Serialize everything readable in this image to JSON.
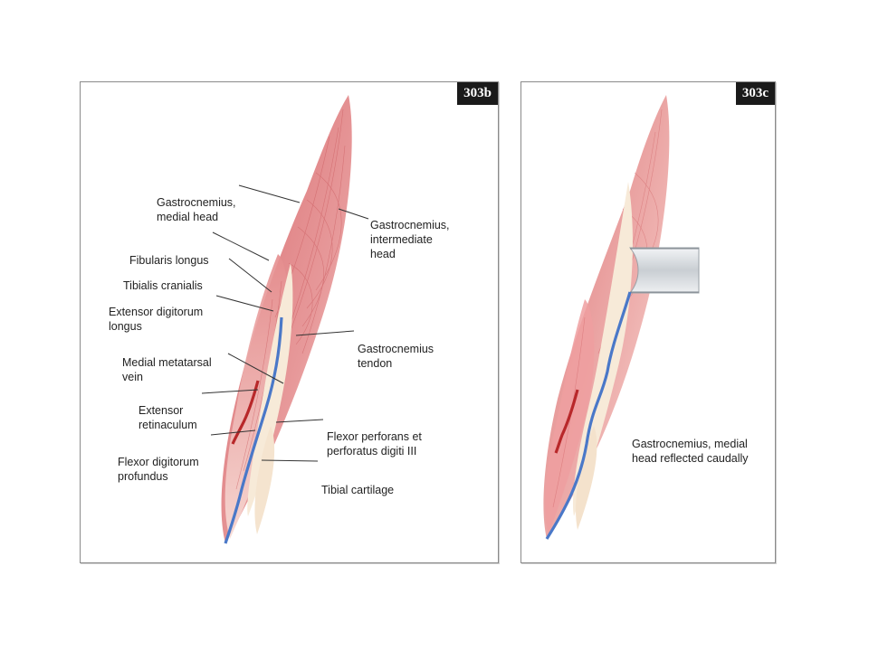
{
  "panels": [
    {
      "id": "303b",
      "labels": [
        {
          "lines": [
            "Gastrocnemius,",
            "medial head"
          ]
        },
        {
          "lines": [
            "Gastrocnemius,",
            "intermediate",
            "head"
          ]
        },
        {
          "lines": [
            "Fibularis longus"
          ]
        },
        {
          "lines": [
            "Tibialis cranialis"
          ]
        },
        {
          "lines": [
            "Extensor digitorum",
            "longus"
          ]
        },
        {
          "lines": [
            "Gastrocnemius",
            "tendon"
          ]
        },
        {
          "lines": [
            "Medial metatarsal",
            "vein"
          ]
        },
        {
          "lines": [
            "Extensor",
            "retinaculum"
          ]
        },
        {
          "lines": [
            "Flexor perforans et",
            "perforatus digiti III"
          ]
        },
        {
          "lines": [
            "Flexor digitorum",
            "profundus"
          ]
        },
        {
          "lines": [
            "Tibial cartilage"
          ]
        }
      ]
    },
    {
      "id": "303c",
      "labels": [
        {
          "lines": [
            "Gastrocnemius, medial",
            "head reflected caudally"
          ]
        }
      ]
    }
  ],
  "colors": {
    "muscle": "#d9787a",
    "muscle_light": "#f3c9c5",
    "tendon": "#f7ead8",
    "vein": "#4a78c8",
    "artery": "#b8282a",
    "id_badge": "#1a1a1a"
  }
}
